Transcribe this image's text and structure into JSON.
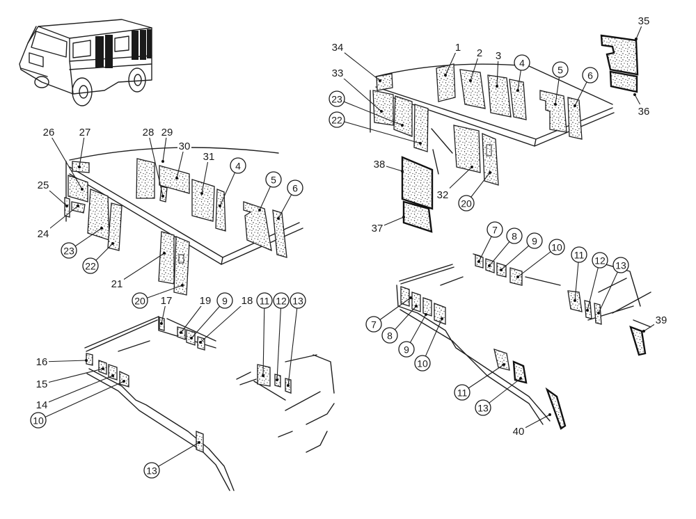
{
  "diagram": {
    "title": "Vehicle interior insulation panels — exploded parts diagram",
    "colors": {
      "ink": "#1e1e1e",
      "paper": "#ffffff"
    },
    "vehicle_thumbnail": {
      "label": "vehicle-overview"
    },
    "views": [
      {
        "id": "left-roof-view",
        "labels": [
          {
            "id": "p26",
            "text": "26",
            "circled": false
          },
          {
            "id": "p27",
            "text": "27",
            "circled": false
          },
          {
            "id": "p28",
            "text": "28",
            "circled": false
          },
          {
            "id": "p29",
            "text": "29",
            "circled": false
          },
          {
            "id": "p30",
            "text": "30",
            "circled": false
          },
          {
            "id": "p31",
            "text": "31",
            "circled": false
          },
          {
            "id": "p4",
            "text": "4",
            "circled": true
          },
          {
            "id": "p5",
            "text": "5",
            "circled": true
          },
          {
            "id": "p6",
            "text": "6",
            "circled": true
          },
          {
            "id": "p25",
            "text": "25",
            "circled": false
          },
          {
            "id": "p24",
            "text": "24",
            "circled": false
          },
          {
            "id": "p23",
            "text": "23",
            "circled": true
          },
          {
            "id": "p22",
            "text": "22",
            "circled": true
          },
          {
            "id": "p21",
            "text": "21",
            "circled": false
          },
          {
            "id": "p20",
            "text": "20",
            "circled": true
          }
        ]
      },
      {
        "id": "left-floor-view",
        "labels": [
          {
            "id": "p17",
            "text": "17",
            "circled": false
          },
          {
            "id": "p19",
            "text": "19",
            "circled": false
          },
          {
            "id": "p9",
            "text": "9",
            "circled": true
          },
          {
            "id": "p18",
            "text": "18",
            "circled": false
          },
          {
            "id": "p11",
            "text": "11",
            "circled": true
          },
          {
            "id": "p12",
            "text": "12",
            "circled": true
          },
          {
            "id": "p13a",
            "text": "13",
            "circled": true
          },
          {
            "id": "p16",
            "text": "16",
            "circled": false
          },
          {
            "id": "p15",
            "text": "15",
            "circled": false
          },
          {
            "id": "p14",
            "text": "14",
            "circled": false
          },
          {
            "id": "p10",
            "text": "10",
            "circled": true
          },
          {
            "id": "p13b",
            "text": "13",
            "circled": true
          }
        ]
      },
      {
        "id": "right-roof-view",
        "labels": [
          {
            "id": "r34",
            "text": "34",
            "circled": false
          },
          {
            "id": "r1",
            "text": "1",
            "circled": false
          },
          {
            "id": "r2",
            "text": "2",
            "circled": false
          },
          {
            "id": "r3",
            "text": "3",
            "circled": false
          },
          {
            "id": "r4",
            "text": "4",
            "circled": true
          },
          {
            "id": "r5",
            "text": "5",
            "circled": true
          },
          {
            "id": "r6",
            "text": "6",
            "circled": true
          },
          {
            "id": "r33",
            "text": "33",
            "circled": false
          },
          {
            "id": "r23",
            "text": "23",
            "circled": true
          },
          {
            "id": "r22",
            "text": "22",
            "circled": true
          },
          {
            "id": "r38",
            "text": "38",
            "circled": false
          },
          {
            "id": "r32",
            "text": "32",
            "circled": false
          },
          {
            "id": "r20",
            "text": "20",
            "circled": true
          },
          {
            "id": "r37",
            "text": "37",
            "circled": false
          },
          {
            "id": "r35",
            "text": "35",
            "circled": false
          },
          {
            "id": "r36",
            "text": "36",
            "circled": false
          }
        ]
      },
      {
        "id": "right-floor-view",
        "labels": [
          {
            "id": "f7a",
            "text": "7",
            "circled": true
          },
          {
            "id": "f8a",
            "text": "8",
            "circled": true
          },
          {
            "id": "f9a",
            "text": "9",
            "circled": true
          },
          {
            "id": "f10a",
            "text": "10",
            "circled": true
          },
          {
            "id": "f11a",
            "text": "11",
            "circled": true
          },
          {
            "id": "f12a",
            "text": "12",
            "circled": true
          },
          {
            "id": "f13a",
            "text": "13",
            "circled": true
          },
          {
            "id": "f39",
            "text": "39",
            "circled": false
          },
          {
            "id": "f7b",
            "text": "7",
            "circled": true
          },
          {
            "id": "f8b",
            "text": "8",
            "circled": true
          },
          {
            "id": "f9b",
            "text": "9",
            "circled": true
          },
          {
            "id": "f10b",
            "text": "10",
            "circled": true
          },
          {
            "id": "f11b",
            "text": "11",
            "circled": true
          },
          {
            "id": "f13b",
            "text": "13",
            "circled": true
          },
          {
            "id": "f40",
            "text": "40",
            "circled": false
          }
        ]
      }
    ]
  }
}
